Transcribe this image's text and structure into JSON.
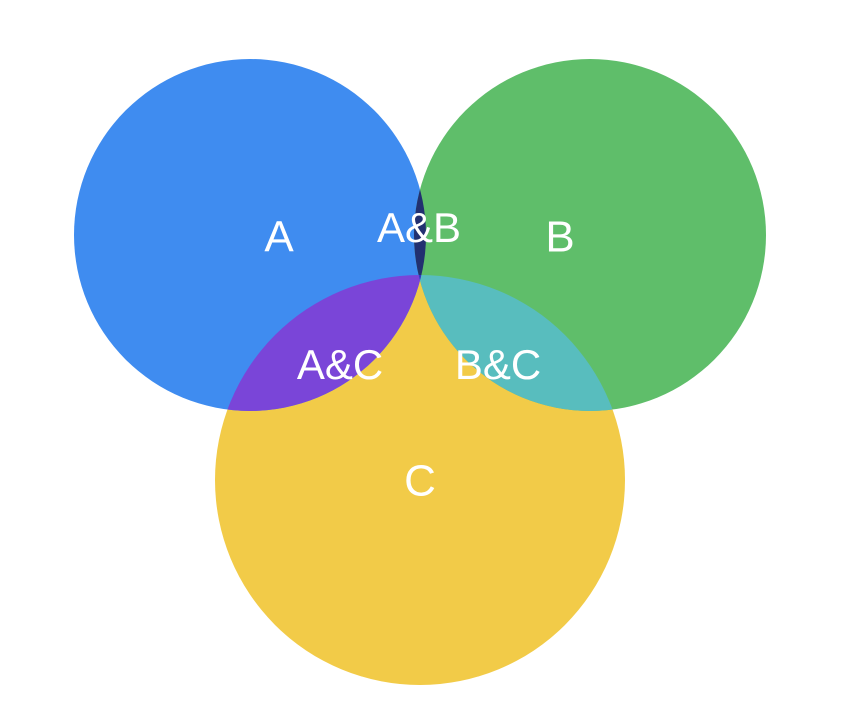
{
  "venn": {
    "sets": [
      {
        "id": "a",
        "label": "A",
        "color": "#3F8CF0"
      },
      {
        "id": "b",
        "label": "B",
        "color": "#5FBE6A"
      },
      {
        "id": "c",
        "label": "C",
        "color": "#F2CB48"
      }
    ],
    "intersections": [
      {
        "id": "ab",
        "label": "A&B",
        "color": "#223070"
      },
      {
        "id": "ac",
        "label": "A&C",
        "color": "#7A45D8"
      },
      {
        "id": "bc",
        "label": "B&C",
        "color": "#58BDBE"
      },
      {
        "id": "abc",
        "color": "#3338C2"
      }
    ]
  }
}
